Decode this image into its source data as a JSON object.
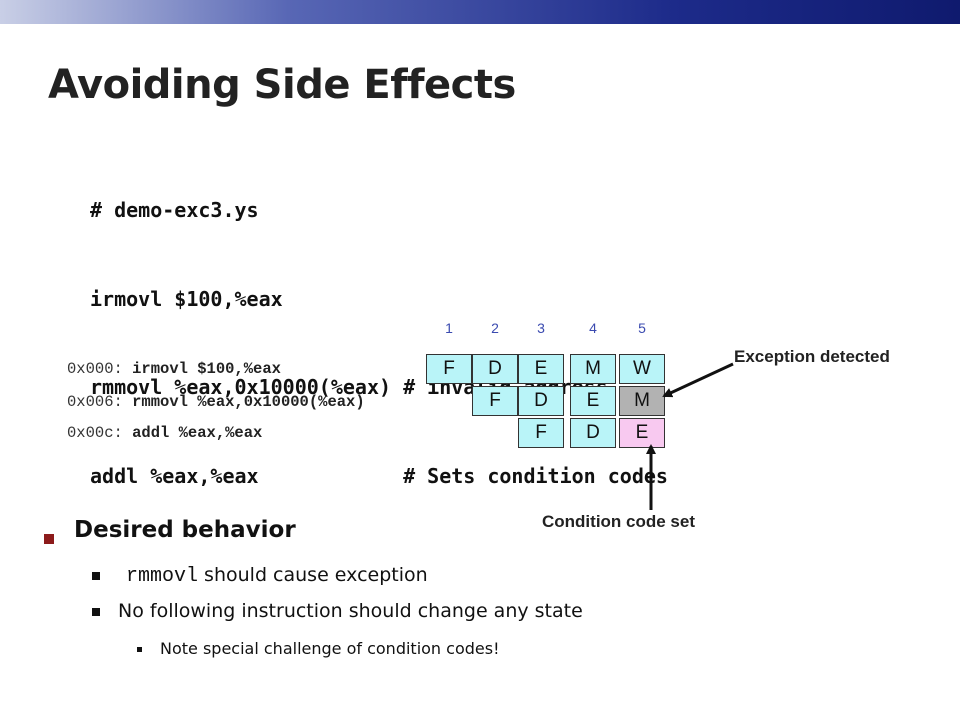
{
  "slide": {
    "title": "Avoiding Side Effects",
    "code_lines": [
      "# demo-exc3.ys",
      "irmovl $100,%eax",
      "rmmovl %eax,0x10000(%eax) # invalid address",
      "addl %eax,%eax            # Sets condition codes"
    ]
  },
  "pipeline": {
    "stage_numbers": [
      "1",
      "2",
      "3",
      "4",
      "5"
    ],
    "instructions": [
      {
        "addr": "0x000:",
        "text": " irmovl $100,%eax",
        "stages": [
          "F",
          "D",
          "E",
          "M",
          "W"
        ]
      },
      {
        "addr": "0x006:",
        "text": " rmmovl %eax,0x10000(%eax)",
        "stages": [
          "F",
          "D",
          "E",
          "M"
        ]
      },
      {
        "addr": "0x00c:",
        "text": " addl %eax,%eax",
        "stages": [
          "F",
          "D",
          "E"
        ]
      }
    ],
    "annotations": {
      "exception_detected": "Exception detected",
      "condition_code_set": "Condition code set"
    },
    "colors": {
      "stage": "#b9f4f8",
      "exception": "#b2b2b2",
      "condition": "#f8c9f0"
    }
  },
  "bullets": {
    "heading": "Desired behavior",
    "item1_code": "rmmovl",
    "item1_text": " should cause exception",
    "item2": "No following instruction should change any state",
    "item3": "Note special challenge of condition codes!"
  }
}
